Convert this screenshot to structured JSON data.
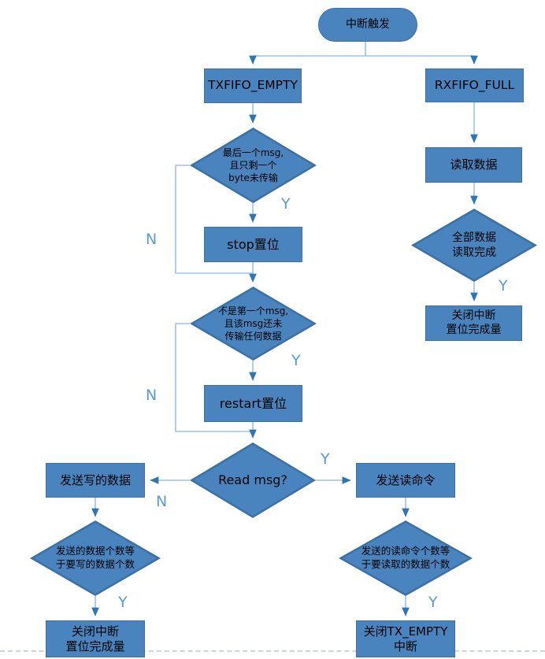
{
  "diagram": {
    "kind": "flowchart",
    "language": "zh-CN"
  },
  "colors": {
    "shape_fill": "#4A84BE",
    "shape_border": "#3C71A6",
    "connector_line": "#9DC3E6",
    "arrowhead": "#2E75B6",
    "branch_label": "#5B9BD5",
    "node_text": "#000000",
    "page_divider": "#CBD5DF"
  },
  "nodes": {
    "start": {
      "label": "中断触发"
    },
    "txfifo_empty": {
      "label": "TXFIFO_EMPTY"
    },
    "rxfifo_full": {
      "label": "RXFIFO_FULL"
    },
    "d_last_msg": {
      "lines": [
        "最后一个msg,",
        "且只剩一个",
        "byte未传输"
      ]
    },
    "stop_set": {
      "label": "stop置位"
    },
    "d_not_first_msg": {
      "lines": [
        "不是第一个msg,",
        "且该msg还未",
        "传输任何数据"
      ]
    },
    "restart_set": {
      "label": "restart置位"
    },
    "d_read_msg": {
      "label": "Read msg?"
    },
    "send_write_data": {
      "label": "发送写的数据"
    },
    "d_write_count_equal": {
      "lines": [
        "发送的数据个数等",
        "于要写的数据个数"
      ]
    },
    "close_int_left": {
      "lines": [
        "关闭中断",
        "置位完成量"
      ]
    },
    "send_read_cmd": {
      "label": "发送读命令"
    },
    "d_read_cmd_count_equal": {
      "lines": [
        "发送的读命令个数等",
        "于要读取的数据个数"
      ]
    },
    "close_tx_empty": {
      "lines": [
        "关闭TX_EMPTY",
        "中断"
      ]
    },
    "read_data": {
      "label": "读取数据"
    },
    "d_all_data_read": {
      "lines": [
        "全部数据",
        "读取完成"
      ]
    },
    "close_int_right": {
      "lines": [
        "关闭中断",
        "置位完成量"
      ]
    }
  },
  "edge_labels": {
    "last_msg_yes": "Y",
    "last_msg_no": "N",
    "not_first_yes": "Y",
    "not_first_no": "N",
    "read_msg_yes": "Y",
    "read_msg_no": "N",
    "write_count_yes": "Y",
    "read_cmd_count_yes": "Y",
    "all_read_yes": "Y"
  }
}
